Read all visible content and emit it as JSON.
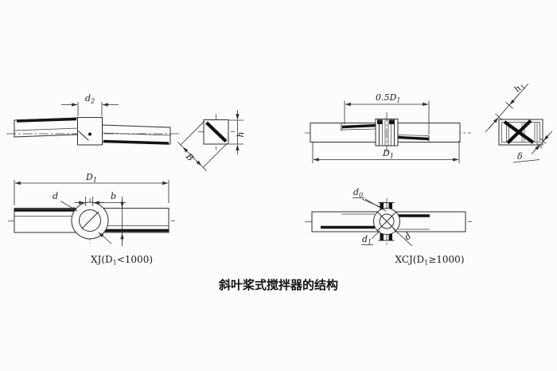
{
  "figure": {
    "caption": "斜叶桨式搅拌器的结构",
    "background_color": "#fcfcfb",
    "line_color": "#2e2e2e",
    "views": [
      "xj-side-view",
      "blade-section-view",
      "xcj-side-view",
      "xcj-blade-section-view",
      "xj-top-view",
      "xcj-top-view"
    ]
  },
  "labels": {
    "d2": {
      "base": "d",
      "sub": "2"
    },
    "B": "B",
    "h": "h",
    "half_D1": {
      "base": "0.5D",
      "sub": "1"
    },
    "D1_top": {
      "base": "D",
      "sub": "1"
    },
    "h1": {
      "base": "h",
      "sub": "1"
    },
    "delta": "δ",
    "D1_left": {
      "base": "D",
      "sub": "1"
    },
    "d": "d",
    "b": "b",
    "d0": {
      "base": "d",
      "sub": "0"
    },
    "d1": {
      "base": "d",
      "sub": "1"
    },
    "d_right": "d",
    "xj": {
      "pre": "XJ(D",
      "sub": "1",
      "post": "<1000)"
    },
    "xcj": {
      "pre": "XCJ(D",
      "sub": "1",
      "post": "≥1000)"
    }
  }
}
